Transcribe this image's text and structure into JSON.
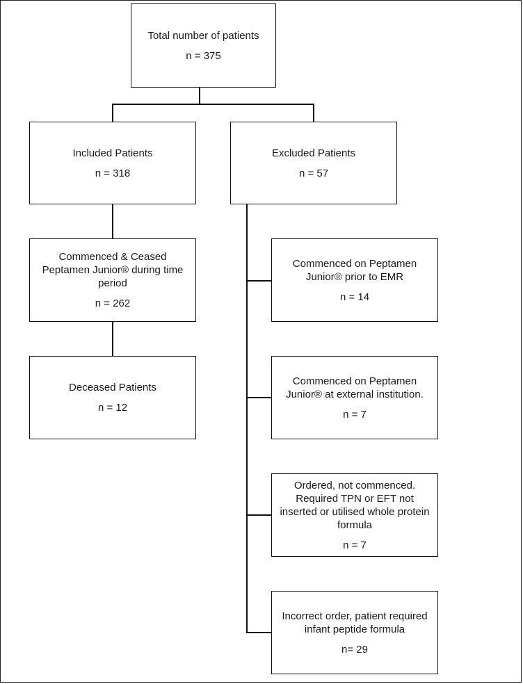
{
  "nodes": {
    "total": {
      "title": "Total number of patients",
      "count": "n = 375"
    },
    "included": {
      "title": "Included Patients",
      "count": "n = 318"
    },
    "excluded": {
      "title": "Excluded Patients",
      "count": "n = 57"
    },
    "commenced_ceased": {
      "title": "Commenced & Ceased Peptamen Junior® during time period",
      "count": "n = 262"
    },
    "deceased": {
      "title": "Deceased Patients",
      "count": "n = 12"
    },
    "prior_emr": {
      "title": "Commenced on Peptamen Junior® prior to  EMR",
      "count": "n = 14"
    },
    "external": {
      "title": "Commenced on Peptamen Junior® at external institution.",
      "count": "n = 7"
    },
    "not_commenced": {
      "title": "Ordered, not commenced. Required TPN  or EFT not inserted or utilised whole protein formula",
      "count": "n = 7"
    },
    "incorrect_order": {
      "title": "Incorrect order, patient required infant peptide formula",
      "count": "n= 29"
    }
  }
}
